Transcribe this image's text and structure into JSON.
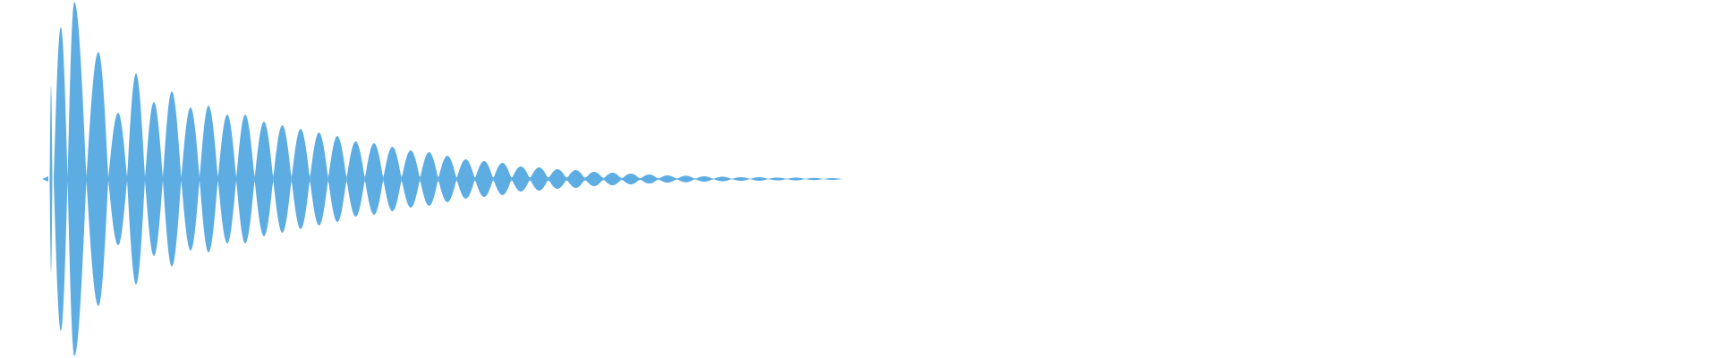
{
  "chart_data": {
    "type": "area",
    "description_of_marks": "",
    "waveform_color": "#5DADE2",
    "background_color": "#FFFFFF",
    "grid": false,
    "axes_visible": false,
    "ylim": [
      -1,
      1
    ],
    "lobe_peak_amplitudes": [
      0.52,
      0.85,
      0.99,
      0.71,
      0.37,
      0.59,
      0.43,
      0.49,
      0.4,
      0.41,
      0.36,
      0.36,
      0.32,
      0.3,
      0.28,
      0.26,
      0.24,
      0.21,
      0.2,
      0.18,
      0.16,
      0.15,
      0.13,
      0.11,
      0.1,
      0.09,
      0.07,
      0.065,
      0.055,
      0.05,
      0.04,
      0.035,
      0.03,
      0.025,
      0.02,
      0.018,
      0.015,
      0.013,
      0.01,
      0.01,
      0.008,
      0.008,
      0.006,
      0.005
    ]
  }
}
